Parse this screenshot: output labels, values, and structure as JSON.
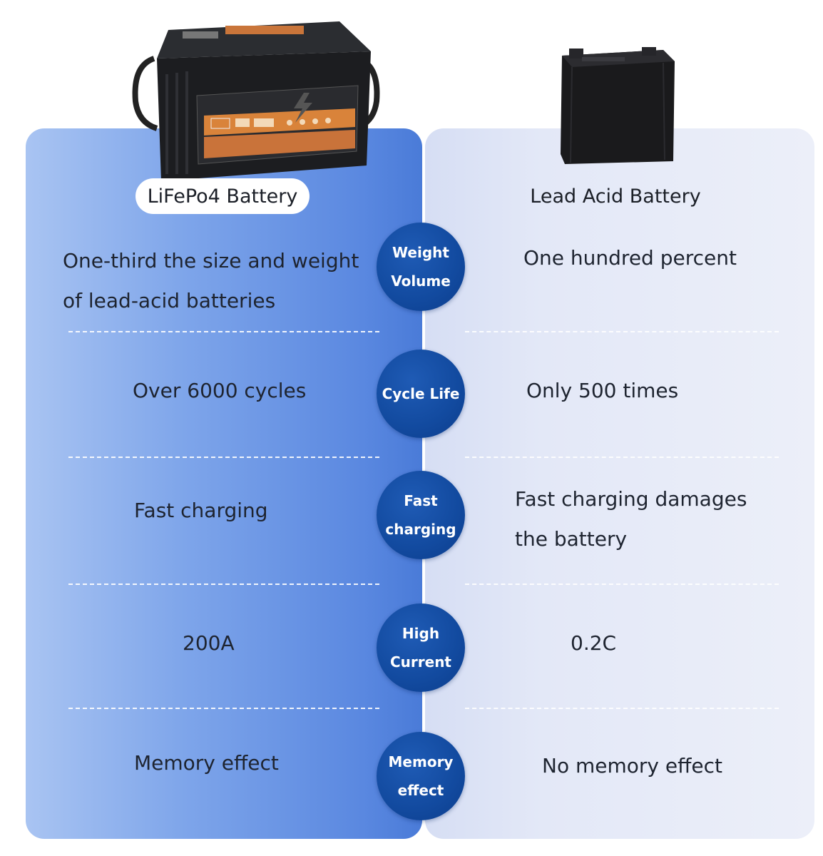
{
  "left_title": "LiFePo4 Battery",
  "right_title": "Lead Acid Battery",
  "rows": [
    {
      "category": [
        "Weight",
        "Volume"
      ],
      "left": [
        "One-third the size and weight",
        "of lead-acid batteries"
      ],
      "right": [
        "One hundred percent"
      ]
    },
    {
      "category": [
        "Cycle Life"
      ],
      "left": [
        "Over 6000 cycles"
      ],
      "right": [
        "Only 500 times"
      ]
    },
    {
      "category": [
        "Fast",
        "charging"
      ],
      "left": [
        "Fast charging"
      ],
      "right": [
        "Fast charging damages",
        "the battery"
      ]
    },
    {
      "category": [
        "High",
        "Current"
      ],
      "left": [
        "200A"
      ],
      "right": [
        "0.2C"
      ]
    },
    {
      "category": [
        "Memory",
        "effect"
      ],
      "left": [
        "Memory effect"
      ],
      "right": [
        "No memory effect"
      ]
    }
  ],
  "colors": {
    "left_panel": "#5a88e0",
    "right_panel": "#e3e8f7",
    "badge": "#124a9f",
    "battery_accent": "#d9833a"
  },
  "icons": {
    "lifepo4": "lifepo4-battery-image",
    "lead_acid": "lead-acid-battery-image"
  }
}
